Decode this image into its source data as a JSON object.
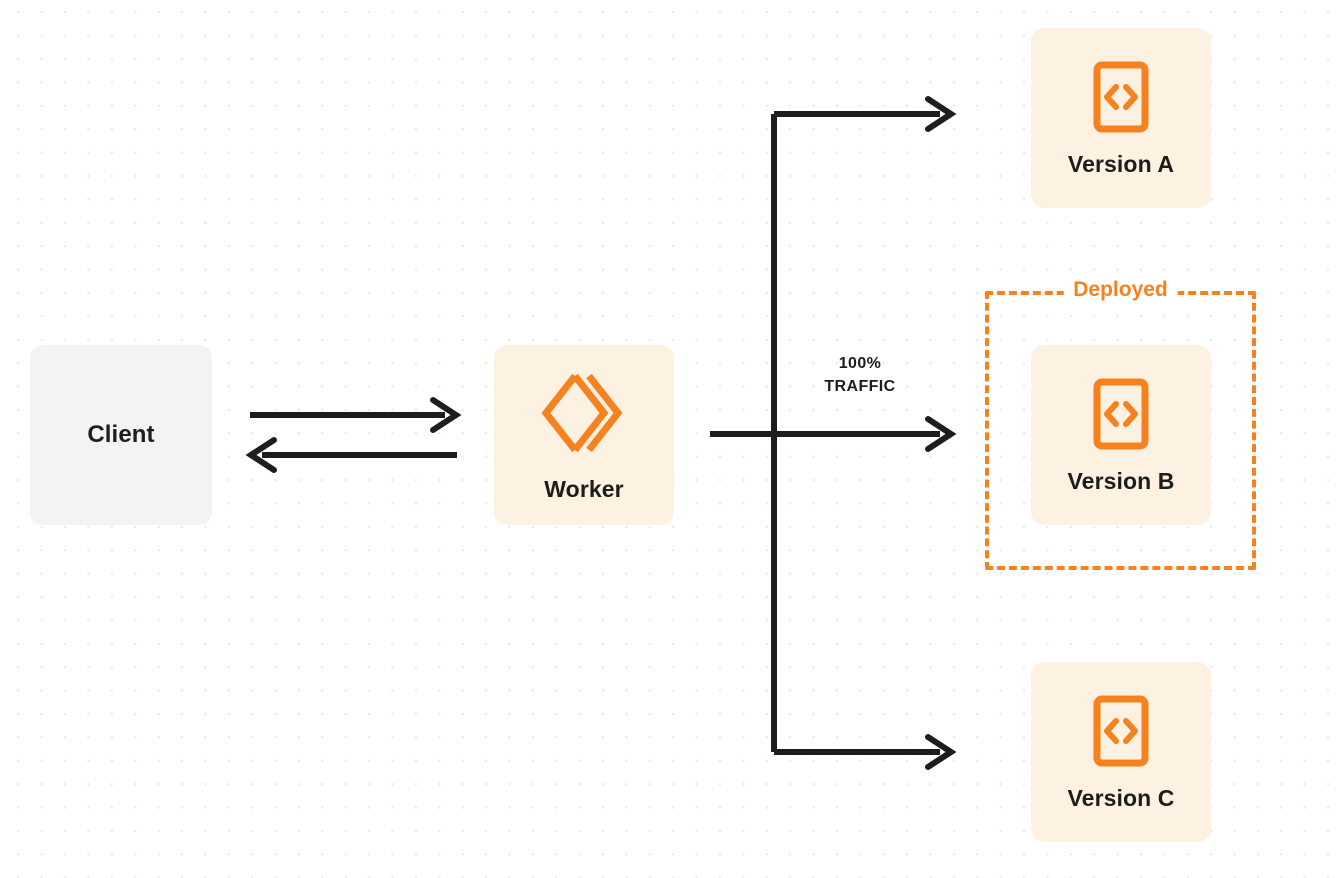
{
  "diagram": {
    "title": "Worker version traffic routing diagram",
    "background": {
      "color": "#ffffff",
      "dot_color": "#e8eaec",
      "pattern": "dot-grid"
    },
    "colors": {
      "orange": "#f6821f",
      "orange_tint": "#fdf1e2",
      "gray_tint": "#f2f3f4",
      "ink": "#1d1d1b",
      "wire": "#1d1d1b"
    },
    "nodes": {
      "client": {
        "label": "Client",
        "icon": "none"
      },
      "worker": {
        "label": "Worker",
        "icon": "cloudflare-workers-logo-icon"
      },
      "version_a": {
        "label": "Version A",
        "icon": "code-file-icon"
      },
      "version_b": {
        "label": "Version B",
        "icon": "code-file-icon"
      },
      "version_c": {
        "label": "Version C",
        "icon": "code-file-icon"
      }
    },
    "group": {
      "deployed": {
        "label": "Deployed",
        "border_style": "dashed",
        "border_color": "#f6821f",
        "contains": [
          "Version B"
        ]
      }
    },
    "edges": {
      "client_to_worker": {
        "direction": "right",
        "label": ""
      },
      "worker_to_client": {
        "direction": "left",
        "label": ""
      },
      "worker_to_versions": {
        "label_line1": "100%",
        "label_line2": "TRAFFIC",
        "targets": [
          "Version A",
          "Version B",
          "Version C"
        ],
        "traffic_percent": "100%"
      }
    }
  }
}
